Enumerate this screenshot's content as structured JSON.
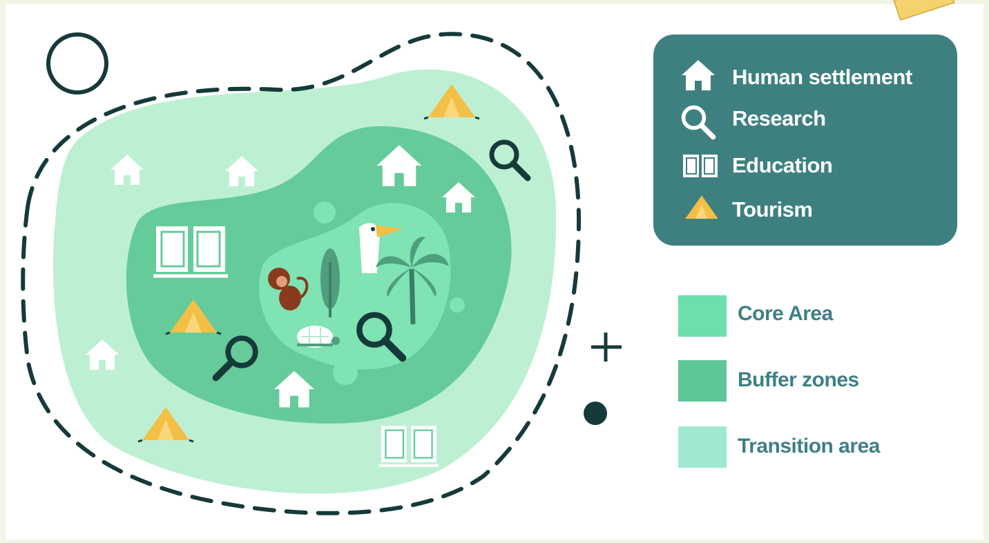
{
  "legend": {
    "items": [
      {
        "icon": "house-icon",
        "label": "Human settlement"
      },
      {
        "icon": "magnifier-icon",
        "label": "Research"
      },
      {
        "icon": "book-icon",
        "label": "Education"
      },
      {
        "icon": "tent-icon",
        "label": "Tourism"
      }
    ],
    "background": "#3e8080"
  },
  "zones": [
    {
      "label": "Core Area",
      "color": "#6ddfaa"
    },
    {
      "label": "Buffer zones",
      "color": "#5ec796"
    },
    {
      "label": "Transition area",
      "color": "#9fe8cf"
    }
  ],
  "colors": {
    "transition": "#bdf0d3",
    "buffer": "#66cb9b",
    "core": "#7fe3b3",
    "ink": "#163a3a",
    "tent": "#f3bf45"
  }
}
